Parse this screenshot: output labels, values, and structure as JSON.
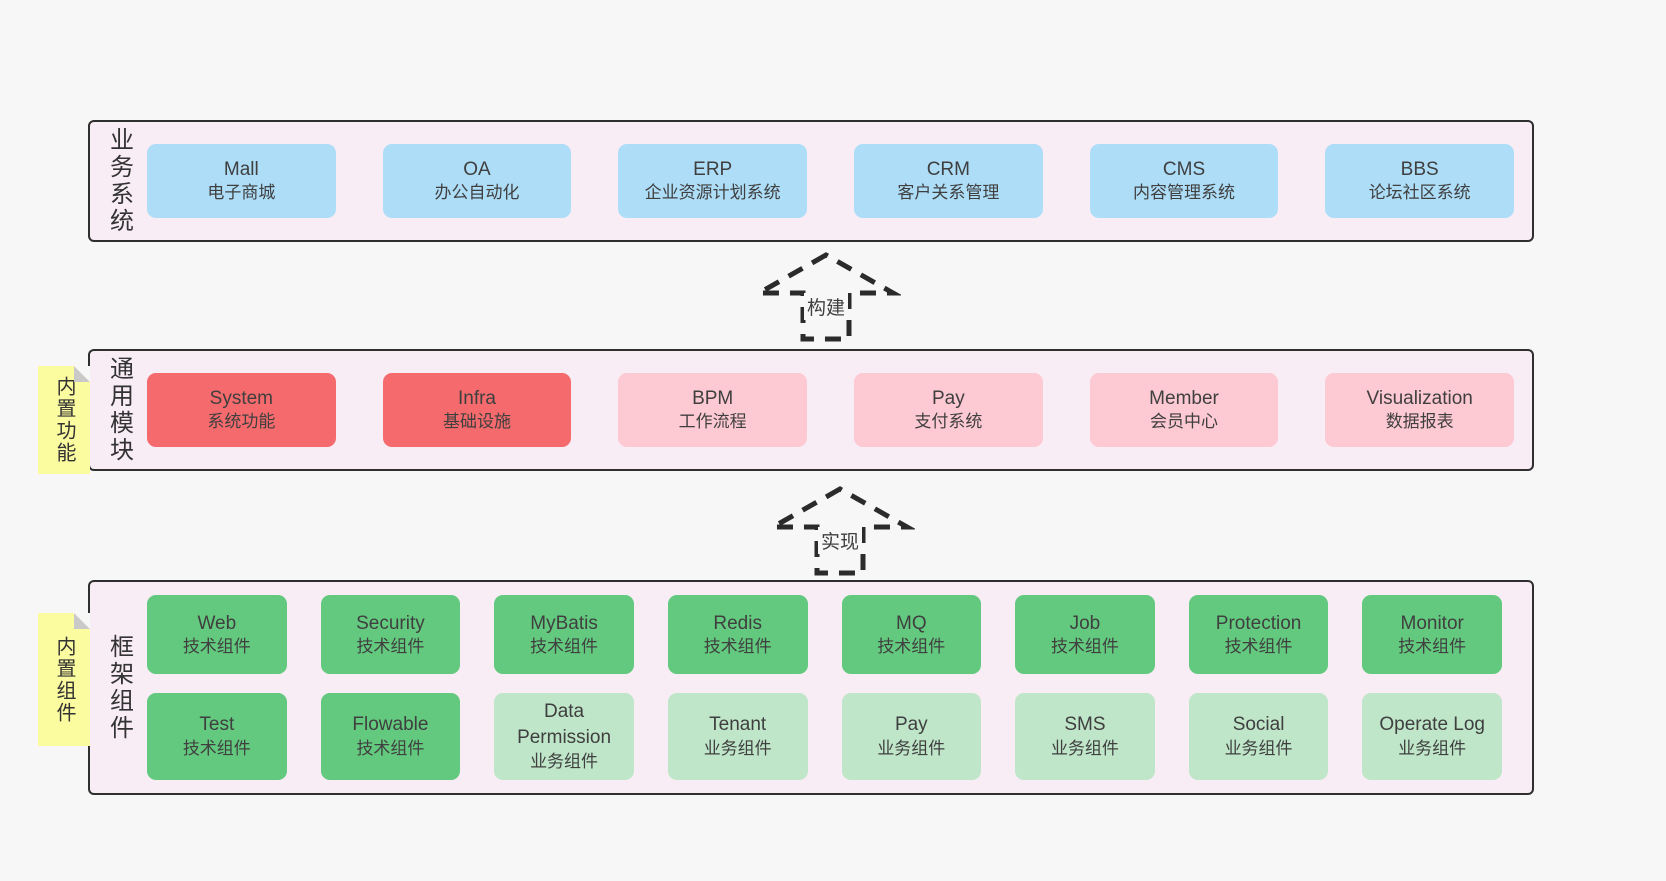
{
  "diagram": {
    "background": "#f7f7f7",
    "panel_bg": "#f8ecf5",
    "panel_border": "#2f2f2f",
    "sticky_bg": "#fbfba0",
    "colors": {
      "blue": "#aeddf7",
      "red": "#f56a6c",
      "pink": "#fdc9d3",
      "green_dark": "#63c97f",
      "green_light": "#bfe6c9"
    }
  },
  "arrows": {
    "build": "构建",
    "implement": "实现"
  },
  "business": {
    "side_label": "业务系统",
    "boxes": [
      {
        "en": "Mall",
        "zh": "电子商城"
      },
      {
        "en": "OA",
        "zh": "办公自动化"
      },
      {
        "en": "ERP",
        "zh": "企业资源计划系统"
      },
      {
        "en": "CRM",
        "zh": "客户关系管理"
      },
      {
        "en": "CMS",
        "zh": "内容管理系统"
      },
      {
        "en": "BBS",
        "zh": "论坛社区系统"
      }
    ]
  },
  "modules": {
    "side_label": "通用模块",
    "sticky_label": "内置功能",
    "boxes": [
      {
        "en": "System",
        "zh": "系统功能",
        "variant": "red"
      },
      {
        "en": "Infra",
        "zh": "基础设施",
        "variant": "red"
      },
      {
        "en": "BPM",
        "zh": "工作流程",
        "variant": "pink"
      },
      {
        "en": "Pay",
        "zh": "支付系统",
        "variant": "pink"
      },
      {
        "en": "Member",
        "zh": "会员中心",
        "variant": "pink"
      },
      {
        "en": "Visualization",
        "zh": "数据报表",
        "variant": "pink"
      }
    ]
  },
  "components": {
    "side_label": "框架组件",
    "sticky_label": "内置组件",
    "row1": [
      {
        "en": "Web",
        "zh": "技术组件",
        "variant": "dark"
      },
      {
        "en": "Security",
        "zh": "技术组件",
        "variant": "dark"
      },
      {
        "en": "MyBatis",
        "zh": "技术组件",
        "variant": "dark"
      },
      {
        "en": "Redis",
        "zh": "技术组件",
        "variant": "dark"
      },
      {
        "en": "MQ",
        "zh": "技术组件",
        "variant": "dark"
      },
      {
        "en": "Job",
        "zh": "技术组件",
        "variant": "dark"
      },
      {
        "en": "Protection",
        "zh": "技术组件",
        "variant": "dark"
      },
      {
        "en": "Monitor",
        "zh": "技术组件",
        "variant": "dark"
      }
    ],
    "row2": [
      {
        "en": "Test",
        "zh": "技术组件",
        "variant": "dark"
      },
      {
        "en": "Flowable",
        "zh": "技术组件",
        "variant": "dark"
      },
      {
        "en": "Data Permission",
        "zh": "业务组件",
        "variant": "light"
      },
      {
        "en": "Tenant",
        "zh": "业务组件",
        "variant": "light"
      },
      {
        "en": "Pay",
        "zh": "业务组件",
        "variant": "light"
      },
      {
        "en": "SMS",
        "zh": "业务组件",
        "variant": "light"
      },
      {
        "en": "Social",
        "zh": "业务组件",
        "variant": "light"
      },
      {
        "en": "Operate Log",
        "zh": "业务组件",
        "variant": "light"
      }
    ]
  }
}
